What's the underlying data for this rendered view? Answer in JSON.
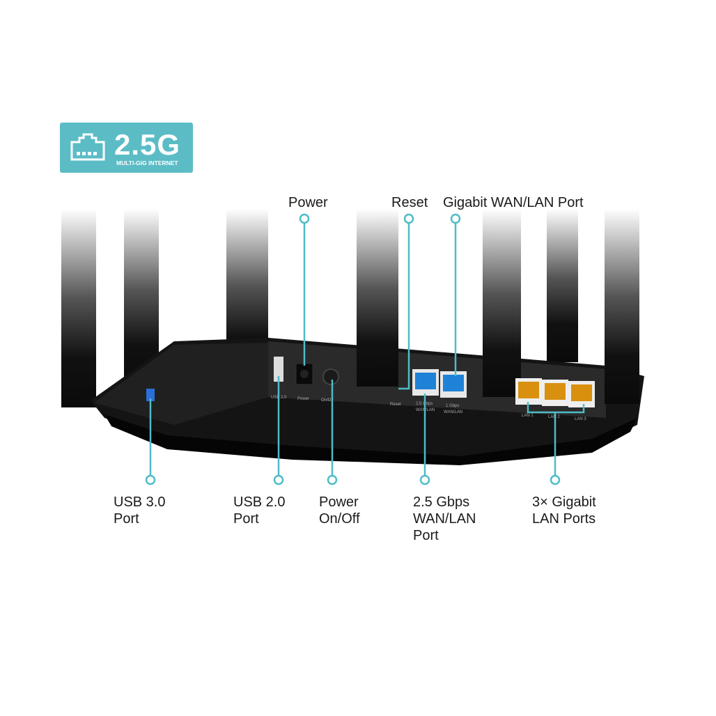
{
  "badge": {
    "speed": "2.5G",
    "caption": "MULTI-GIG INTERNET",
    "icon": "ethernet-port-icon",
    "color": "#5bbcc6"
  },
  "accent_color": "#4fbcc6",
  "callouts_top": {
    "power": "Power",
    "reset": "Reset",
    "gigabit_wan_lan": "Gigabit WAN/LAN Port"
  },
  "callouts_bottom": {
    "usb3": [
      "USB 3.0",
      "Port"
    ],
    "usb2": [
      "USB 2.0",
      "Port"
    ],
    "power_onoff": [
      "Power",
      "On/Off"
    ],
    "wan25": [
      "2.5 Gbps",
      "WAN/LAN",
      "Port"
    ],
    "lan": [
      "3× Gigabit",
      "LAN Ports"
    ]
  },
  "port_labels": {
    "usb2": "USB 2.0",
    "power": "Power",
    "onoff": "On/Off",
    "reset": "Reset",
    "wan25": [
      "2.5 Gbps",
      "WAN/LAN"
    ],
    "wan1": [
      "1 Gbps",
      "WAN/LAN"
    ],
    "lan1": "LAN 1",
    "lan2": "LAN 2",
    "lan3": "LAN 3"
  }
}
